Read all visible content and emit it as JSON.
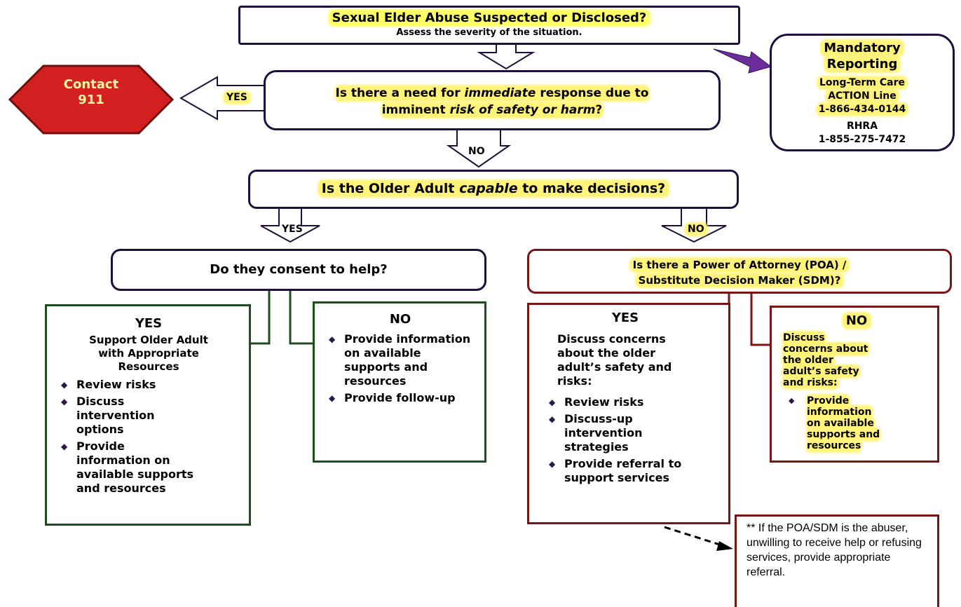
{
  "start": {
    "title": "Sexual Elder Abuse Suspected or Disclosed?",
    "subtitle": "Assess the severity of the situation."
  },
  "immediate": {
    "question_part1": "Is there a need for ",
    "question_em1": "immediate",
    "question_part2": " response due to",
    "question_part3": "imminent ",
    "question_em2": "risk of safety or harm",
    "question_part4": "?",
    "yes_label": "YES",
    "no_label": "NO"
  },
  "contact": {
    "line1": "Contact",
    "line2": "911"
  },
  "mandatory": {
    "title_line1": "Mandatory",
    "title_line2": "Reporting",
    "ltc_line1": "Long-Term Care",
    "ltc_line2": "ACTION Line",
    "ltc_phone": "1-866-434-0144",
    "rhra_label": "RHRA",
    "rhra_phone": "1-855-275-7472"
  },
  "capable": {
    "question_part1": "Is the Older Adult ",
    "question_em": "capable",
    "question_part2": " to make decisions?",
    "yes_label": "YES",
    "no_label": "NO"
  },
  "consent": {
    "question": "Do they consent to help?"
  },
  "consent_yes": {
    "heading": "YES",
    "subheading_line1": "Support Older Adult",
    "subheading_line2": "with Appropriate",
    "subheading_line3": "Resources",
    "items": [
      "Review risks",
      "Discuss intervention options",
      "Provide information on available supports and resources"
    ]
  },
  "consent_no": {
    "heading": "NO",
    "items": [
      "Provide information on available supports and resources",
      "Provide follow-up"
    ]
  },
  "poa": {
    "question_line1": "Is there a Power of Attorney (POA) /",
    "question_line2": "Substitute Decision Maker (SDM)?"
  },
  "poa_yes": {
    "heading": "YES",
    "intro": "Discuss concerns about the older adult’s safety and risks:",
    "items": [
      "Review risks",
      "Discuss-up intervention strategies",
      "Provide referral to support services"
    ]
  },
  "poa_no": {
    "heading": "NO",
    "intro_line1": "Discuss",
    "intro_line2": "concerns about",
    "intro_line3": "the older",
    "intro_line4": "adult’s safety",
    "intro_line5": "and risks:",
    "item_line1": "Provide",
    "item_line2": "information",
    "item_line3": "on available",
    "item_line4": "supports and",
    "item_line5": "resources"
  },
  "note": {
    "text": "** If the POA/SDM is the abuser, unwilling to receive help or refusing services, provide appropriate referral."
  },
  "colors": {
    "purple_border": "#1e0f3c",
    "green_border": "#1f4d1f",
    "red_border": "#7a1515",
    "highlight": "#ffff66",
    "hexagon_fill": "#d42020",
    "mandatory_arrow": "#6a2d9a"
  }
}
